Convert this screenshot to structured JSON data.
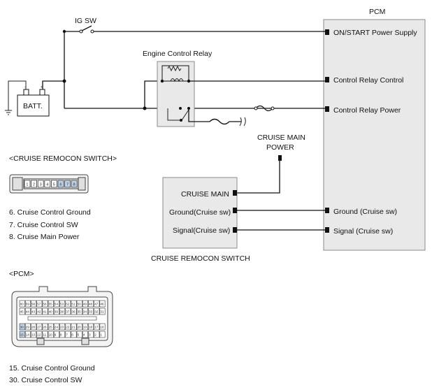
{
  "pcm": {
    "title": "PCM",
    "pins": [
      "ON/START Power Supply",
      "Control Relay Control",
      "Control Relay Power",
      "Ground (Cruise sw)",
      "Signal (Cruise sw)"
    ]
  },
  "ig_sw": {
    "label": "IG SW"
  },
  "battery": {
    "label": "BATT."
  },
  "relay": {
    "label": "Engine Control Relay"
  },
  "cruise_main_power": {
    "line1": "CRUISE MAIN",
    "line2": "POWER"
  },
  "remocon_box": {
    "pins": [
      "CRUISE MAIN",
      "Ground(Cruise sw)",
      "Signal(Cruise sw)"
    ],
    "caption": "CRUISE REMOCON SWITCH"
  },
  "remocon_connector": {
    "title": "<CRUISE REMOCON SWITCH>",
    "pin_numbers": [
      "1",
      "2",
      "3",
      "4",
      "5",
      "6",
      "7",
      "8"
    ],
    "legend": [
      "6. Cruise Control Ground",
      "7. Cruise Control SW",
      "8. Cruise Main Power"
    ]
  },
  "pcm_connector": {
    "title": "<PCM>",
    "row1": [
      "60",
      "59",
      "58",
      "57",
      "56",
      "55",
      "54",
      "53",
      "52",
      "51",
      "50",
      "49",
      "48",
      "47",
      "46"
    ],
    "row2": [
      "45",
      "44",
      "43",
      "42",
      "41",
      "40",
      "39",
      "38",
      "37",
      "36",
      "35",
      "34",
      "33",
      "32",
      "31"
    ],
    "row3": [
      "30",
      "29",
      "28",
      "27",
      "26",
      "25",
      "24",
      "23",
      "22",
      "21",
      "20",
      "19",
      "18",
      "17",
      "16"
    ],
    "row4": [
      "15",
      "14",
      "13",
      "12",
      "11",
      "10",
      "9",
      "8",
      "7",
      "6",
      "5",
      "4",
      "3",
      "2",
      "1"
    ],
    "legend": [
      "15. Cruise Control Ground",
      "30. Cruise Control SW"
    ]
  }
}
